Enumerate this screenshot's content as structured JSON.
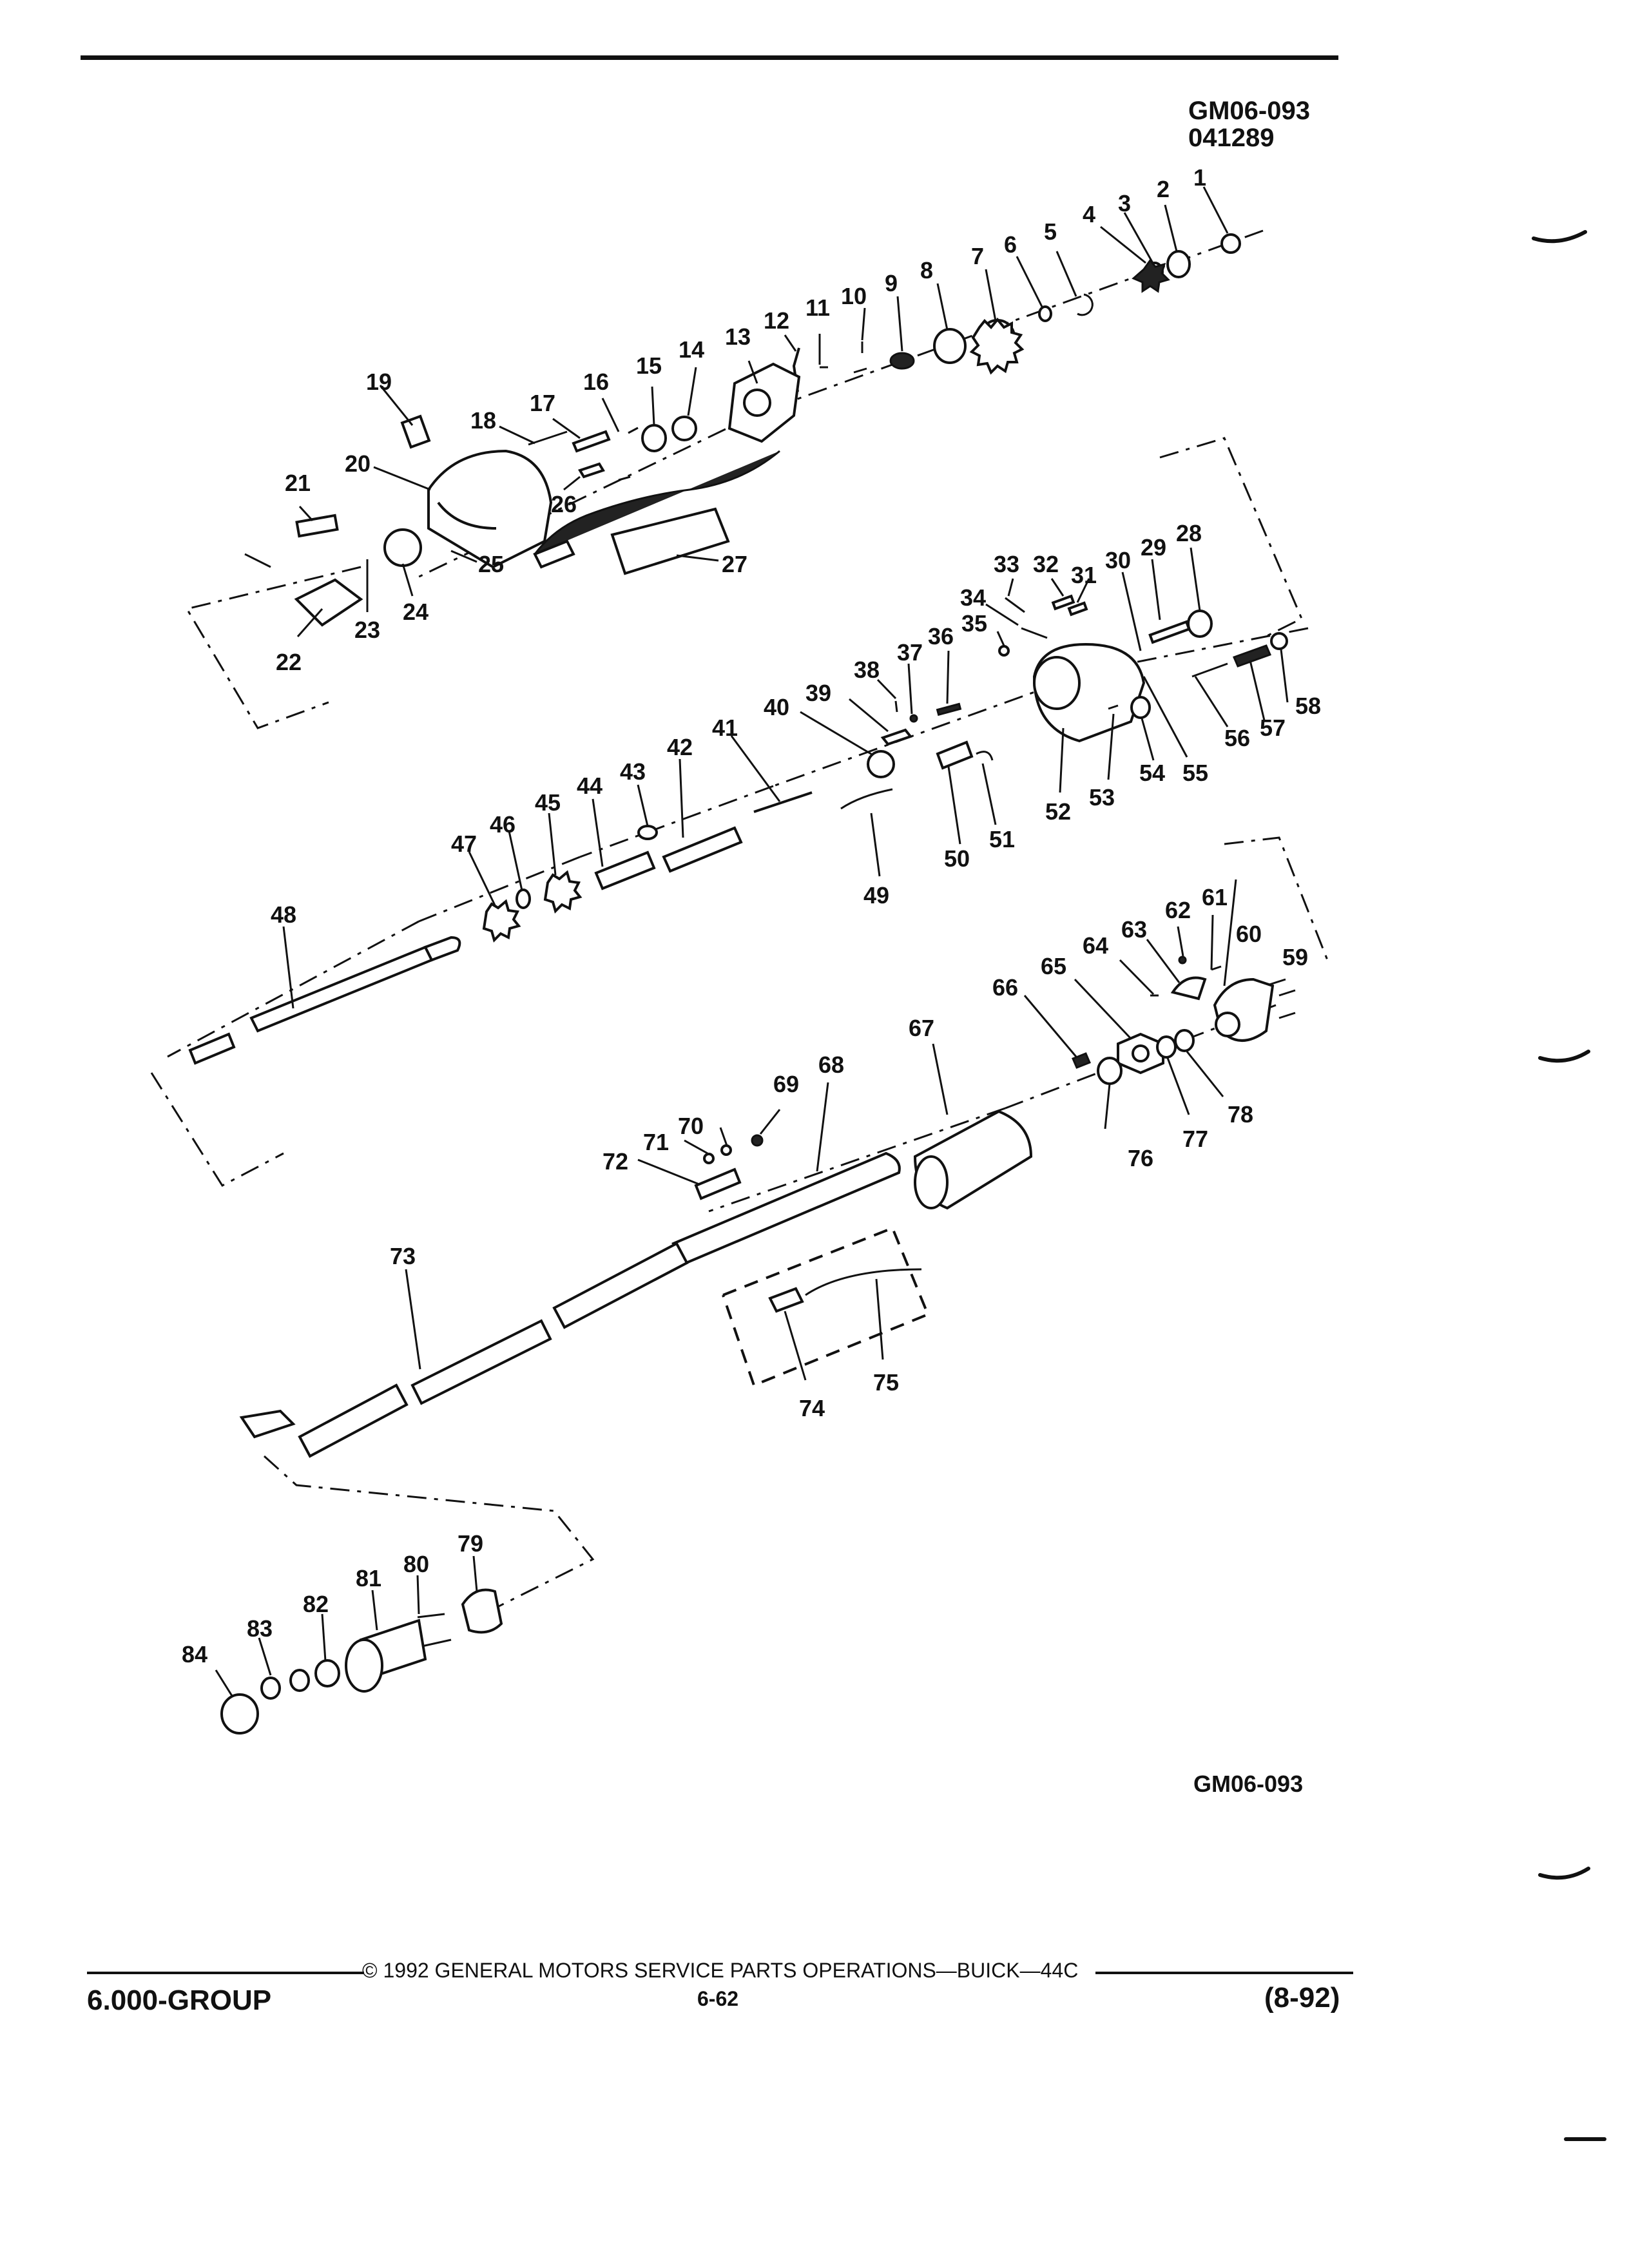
{
  "figure": {
    "id_top": "GM06-093",
    "code_top": "041289",
    "id_bottom": "GM06-093"
  },
  "callouts": [
    "1",
    "2",
    "3",
    "4",
    "5",
    "6",
    "7",
    "8",
    "9",
    "10",
    "11",
    "12",
    "13",
    "14",
    "15",
    "16",
    "17",
    "18",
    "19",
    "20",
    "21",
    "22",
    "23",
    "24",
    "25",
    "26",
    "27",
    "28",
    "29",
    "30",
    "31",
    "32",
    "33",
    "34",
    "35",
    "36",
    "37",
    "38",
    "39",
    "40",
    "41",
    "42",
    "43",
    "44",
    "45",
    "46",
    "47",
    "48",
    "49",
    "50",
    "51",
    "52",
    "53",
    "54",
    "55",
    "56",
    "57",
    "58",
    "59",
    "60",
    "61",
    "62",
    "63",
    "64",
    "65",
    "66",
    "67",
    "68",
    "69",
    "70",
    "71",
    "72",
    "73",
    "74",
    "75",
    "76",
    "77",
    "78",
    "79",
    "80",
    "81",
    "82",
    "83",
    "84"
  ],
  "footer": {
    "copyright": "© 1992 GENERAL MOTORS SERVICE PARTS OPERATIONS—BUICK—44C",
    "group": "6.000-GROUP",
    "page": "6-62",
    "date": "(8-92)"
  }
}
